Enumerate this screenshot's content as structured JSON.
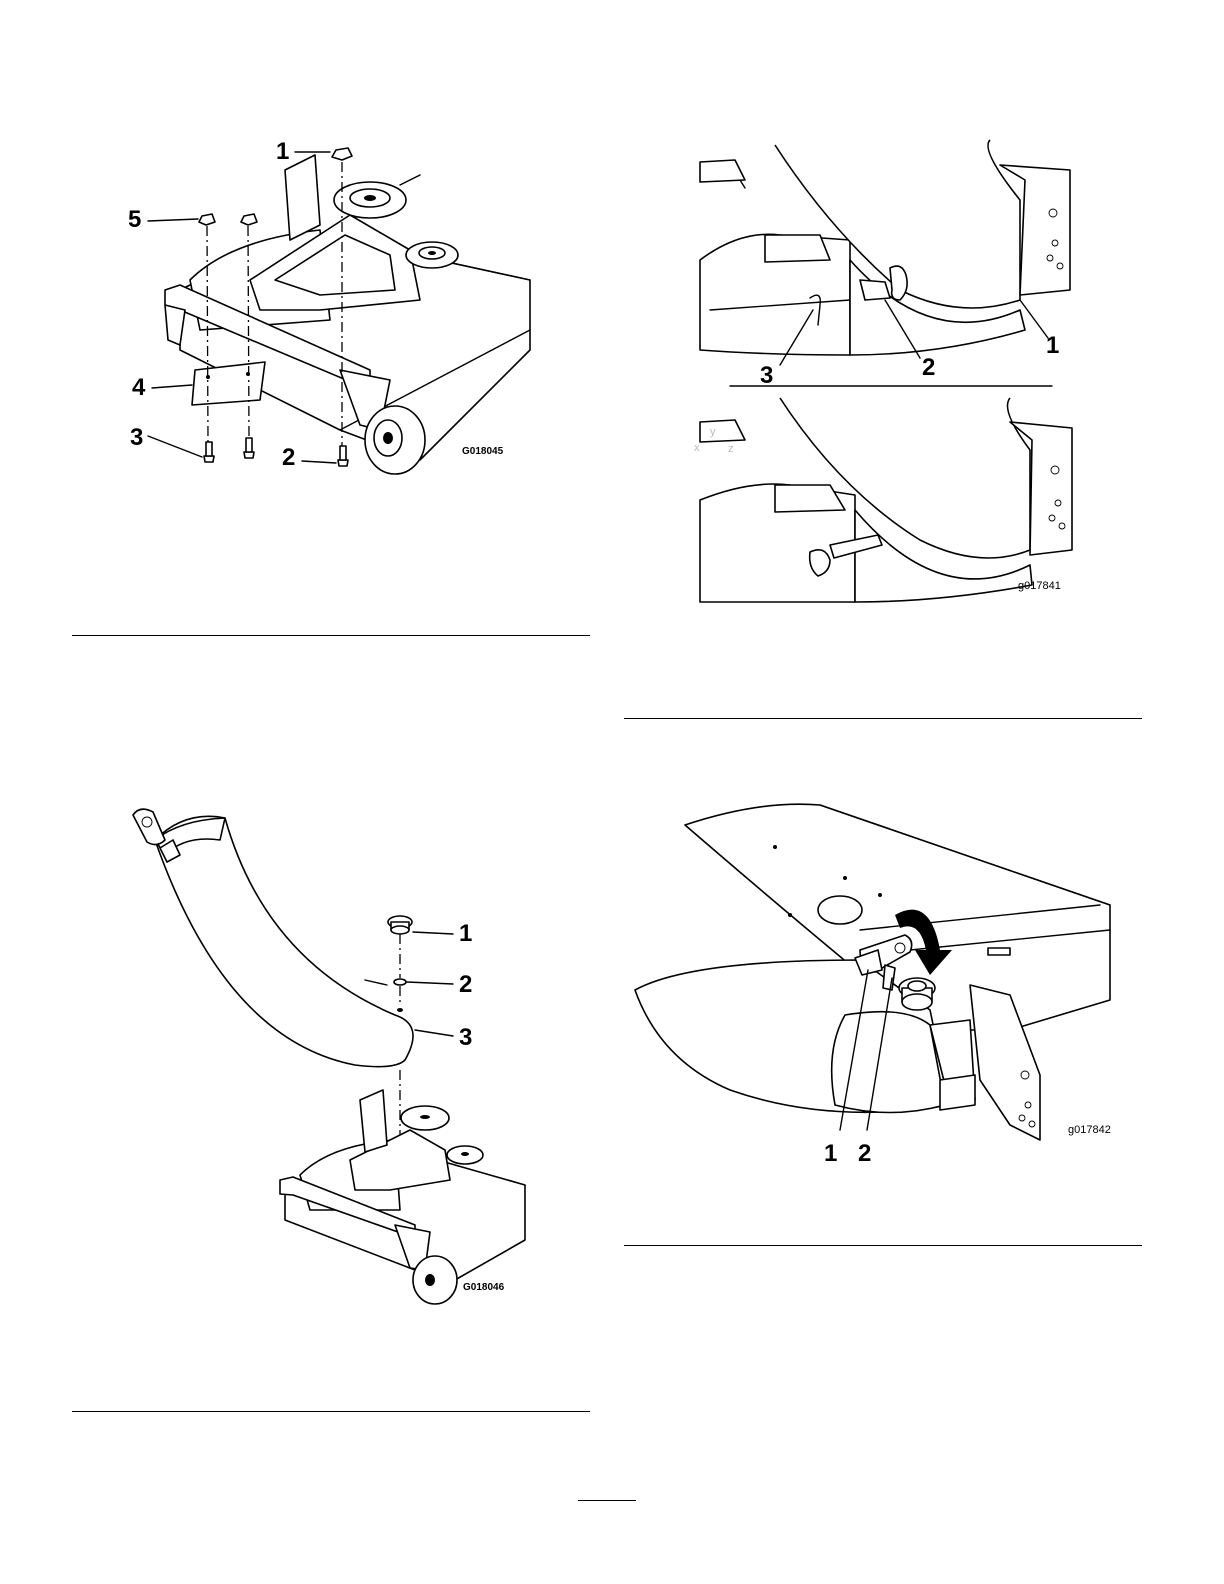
{
  "figures": {
    "fig1": {
      "id": "G018045",
      "callouts": [
        "1",
        "5",
        "4",
        "3",
        "2"
      ]
    },
    "fig2": {
      "id": "g017841",
      "callouts": [
        "1",
        "2",
        "3"
      ],
      "axis_letters": [
        "x",
        "y",
        "z"
      ]
    },
    "fig3": {
      "id": "G018046",
      "callouts": [
        "1",
        "2",
        "3"
      ]
    },
    "fig4": {
      "id": "g017842",
      "callouts": [
        "1",
        "2"
      ]
    }
  }
}
